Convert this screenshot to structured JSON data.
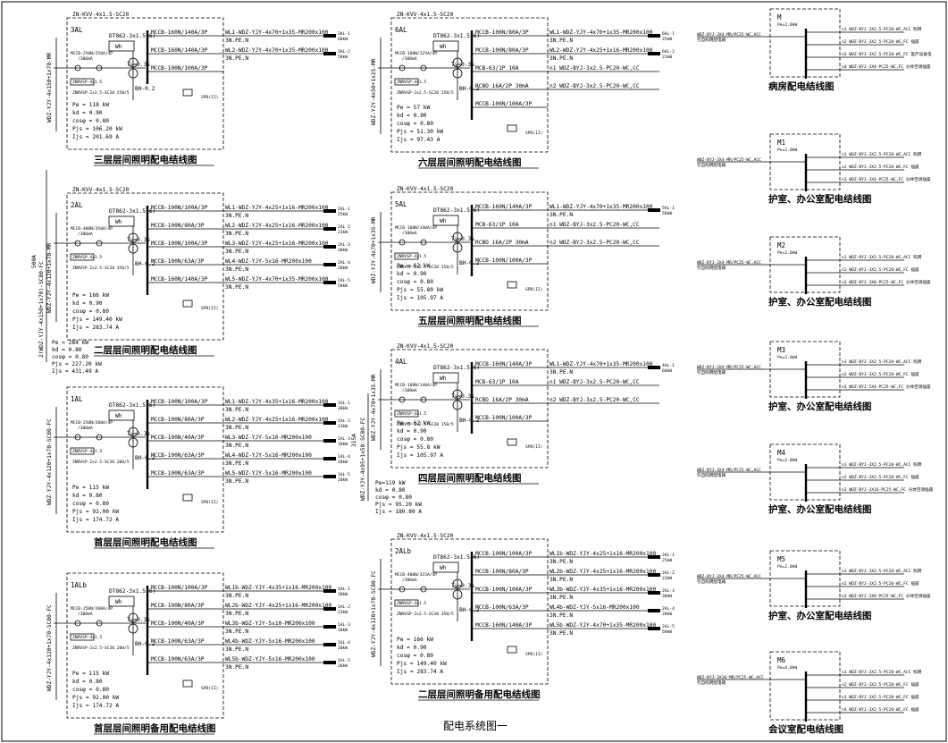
{
  "drawing_title": "配电系统图一",
  "panels": [
    {
      "id": "3AL",
      "title": "三层层间照明配电结线图",
      "cable_in": "ZN-KVV-4x1.5-SC20",
      "meter": "DT862-3x1.5(6)",
      "main_breaker": "MCCB-250N/250A/4P",
      "rcd_rating": "/300mA",
      "tv": "Tv=0.3s",
      "spd": "ZNRVSP-4x1.5",
      "ct": "ZNRVSP-2x2.5-SC20 250/5",
      "bh": "BH-0.2",
      "riser": "WDZ-YJY-4x150+1x70-MR",
      "pe": "Pe = 118 kW",
      "kd": "kd = 0.90",
      "cos": "cosφ = 0.80",
      "pjs": "Pjs = 106.20 kW",
      "ijs": "Ijs = 201.69 A",
      "circuits": [
        {
          "breaker": "MCCB-160N/140A/3P",
          "line": "WL1-WDZ-YJY-4x70+1x35-MR200x100",
          "sub": "3N.PE.N",
          "dest": "3AL-1",
          "kw": "60kW"
        },
        {
          "breaker": "MCCB-160N/140A/3P",
          "line": "WL2-WDZ-YJY-4x70+1x35-MR200x100",
          "sub": "3N.PE.N",
          "dest": "3AL-2",
          "kw": "58kW"
        },
        {
          "breaker": "MCCB-100N/100A/3P",
          "line": "",
          "sub": "",
          "dest": "",
          "kw": ""
        }
      ]
    },
    {
      "id": "2AL",
      "title": "二层层间照明配电结线图",
      "cable_in": "ZN-KVV-4x1.5-SC20",
      "meter": "DT862-3x1.5(6)",
      "main_breaker": "MCCB-400N/350A/4P",
      "rcd_rating": "/300mA",
      "tv": "Tv=0.3s",
      "spd": "ZNRVSP-4x1.5",
      "ct": "ZNRVSP-2x2.5-SC20 350/5",
      "bh": "BH-0.2",
      "riser": "WDZ-YJY-4x120+1x70-MR",
      "pe": "Pe = 166 kW",
      "kd": "kd = 0.90",
      "cos": "cosφ = 0.80",
      "pjs": "Pjs = 149.40 kW",
      "ijs": "Ijs = 283.74 A",
      "circuits": [
        {
          "breaker": "MCCB-100N/100A/3P",
          "line": "WL1-WDZ-YJY-4x25+1x16-MR200x100",
          "sub": "3N.PE.N",
          "dest": "2AL-1",
          "kw": "25kW"
        },
        {
          "breaker": "MCCB-100N/80A/3P",
          "line": "WL2-WDZ-YJY-4x25+1x16-MR200x100",
          "sub": "3N.PE.N",
          "dest": "2AL-2",
          "kw": "23kW"
        },
        {
          "breaker": "MCCB-100N/100A/3P",
          "line": "WL3-WDZ-YJY-4x25+1x16-MR200x100",
          "sub": "3N.PE.N",
          "dest": "2AL-3",
          "kw": "30kW"
        },
        {
          "breaker": "MCCB-100N/63A/3P",
          "line": "WL4-WDZ-YJY-5x16-MR200x100",
          "sub": "3N.PE.N",
          "dest": "2AL-4",
          "kw": "20kW"
        },
        {
          "breaker": "MCCB-160N/140A/3P",
          "line": "WL5-WDZ-YJY-4x70+1x35-MR200x100",
          "sub": "3N.PE.N",
          "dest": "2AL-5",
          "kw": "58kW"
        }
      ]
    },
    {
      "id": "1AL",
      "title": "首层层间照明配电结线图",
      "cable_in": "",
      "meter": "DT862-3x1.5(6)",
      "main_breaker": "MCCB-250N/200A/4P",
      "rcd_rating": "/300mA",
      "tv": "Tv=0.3s",
      "spd": "ZNRVSP-4x1.5",
      "ct": "ZNRVSP-2x2.5-SC20 200/5",
      "bh": "BH-0.2",
      "riser": "WDZ-YJY-4x120+1x70-SC80-FC",
      "pe": "Pe = 115 kW",
      "kd": "kd = 0.80",
      "cos": "cosφ = 0.80",
      "pjs": "Pjs = 92.00 kW",
      "ijs": "Ijs = 174.72 A",
      "circuits": [
        {
          "breaker": "MCCB-100N/100A/3P",
          "line": "WL1-WDZ-YJY-4x35+1x16-MR200x100",
          "sub": "3N.PE.N",
          "dest": "1AL-1",
          "kw": "30kW"
        },
        {
          "breaker": "MCCB-100N/80A/3P",
          "line": "WL2-WDZ-YJY-4x25+1x16-MR200x100",
          "sub": "3N.PE.N",
          "dest": "1AL-2",
          "kw": "23kW"
        },
        {
          "breaker": "MCCB-100N/40A/3P",
          "line": "WL3-WDZ-YJY-5x10-MR200x100",
          "sub": "3N.PE.N",
          "dest": "1AL-3",
          "kw": "10kW"
        },
        {
          "breaker": "MCCB-100N/63A/3P",
          "line": "WL4-WDZ-YJY-5x16-MR200x100",
          "sub": "3N.PE.N",
          "dest": "1AL-4",
          "kw": "20kW"
        },
        {
          "breaker": "MCCB-100N/63A/3P",
          "line": "WL5-WDZ-YJY-5x16-MR200x100",
          "sub": "3N.PE.N",
          "dest": "1AL-5",
          "kw": "20kW"
        }
      ]
    },
    {
      "id": "1ALb",
      "title": "首层层间照明备用配电结线图",
      "cable_in": "",
      "meter": "DT862-3x1.5(6)",
      "main_breaker": "MCCB-250N/200A/4P",
      "rcd_rating": "/300mA",
      "tv": "Tv=0.3s",
      "spd": "ZNRVSP-4x1.5",
      "ct": "ZNRVSP-2x2.5-SC20 200/5",
      "bh": "BH-0.2",
      "riser": "WDZ-YJY-4x120+1x70-SC80-FC",
      "pe": "Pe = 115 kW",
      "kd": "kd = 0.80",
      "cos": "cosφ = 0.80",
      "pjs": "Pjs = 92.00 kW",
      "ijs": "Ijs = 174.72 A",
      "circuits": [
        {
          "breaker": "MCCB-100N/100A/3P",
          "line": "WL1b-WDZ-YJY-4x35+1x16-MR200x100",
          "sub": "3N.PE.N",
          "dest": "1AL-1",
          "kw": "30kW"
        },
        {
          "breaker": "MCCB-100N/80A/3P",
          "line": "WL2b-WDZ-YJY-4x25+1x16-MR200x100",
          "sub": "3N.PE.N",
          "dest": "1AL-2",
          "kw": "23kW"
        },
        {
          "breaker": "MCCB-100N/40A/3P",
          "line": "WL3b-WDZ-YJY-5x10-MR200x100",
          "sub": "3N.PE.N",
          "dest": "1AL-3",
          "kw": "10kW"
        },
        {
          "breaker": "MCCB-100N/63A/3P",
          "line": "WL4b-WDZ-YJY-5x16-MR200x100",
          "sub": "3N.PE.N",
          "dest": "1AL-4",
          "kw": "20kW"
        },
        {
          "breaker": "MCCB-100N/63A/3P",
          "line": "WL5b-WDZ-YJY-5x16-MR200x100",
          "sub": "3N.PE.N",
          "dest": "1AL-5",
          "kw": "20kW"
        }
      ]
    },
    {
      "id": "6AL",
      "title": "六层层间照明配电结线图",
      "cable_in": "ZN-KVV-4x1.5-SC20",
      "meter": "DT862-3x1.5(6)",
      "main_breaker": "MCCB-160N/125A/4P",
      "rcd_rating": "/300mA",
      "tv": "Tv=0.3s",
      "spd": "ZNRVSP-4x1.5",
      "ct": "ZNRVSP-2x2.5-SC20 150/5",
      "bh": "BH-0.2",
      "riser": "WDZ-YJY-4x50+1x25-MR",
      "pe": "Pe = 57 kW",
      "kd": "kd = 0.90",
      "cos": "cosφ = 0.80",
      "pjs": "Pjs = 51.30 kW",
      "ijs": "Ijs = 97.43 A",
      "circuits": [
        {
          "breaker": "MCCB-100N/80A/3P",
          "line": "WL1-WDZ-YJY-4x70+1x35-MR200x100",
          "sub": "3N.PE.N",
          "dest": "6AL-1",
          "kw": "25kW"
        },
        {
          "breaker": "MCCB-100N/80A/3P",
          "line": "WL2-WDZ-YJY-4x25+1x16-MR200x100",
          "sub": "3N.PE.N",
          "dest": "6AL-2",
          "kw": "23kW"
        },
        {
          "breaker": "MCB-63/1P 10A",
          "line": "n1  WDZ-BYJ-3x2.5-PC20-WC,CC",
          "sub": "",
          "dest": "",
          "kw": ""
        },
        {
          "breaker": "RCBO 16A/2P 30mA",
          "line": "n2  WDZ-BYJ-3x2.5-PC20-WC,CC",
          "sub": "",
          "dest": "",
          "kw": ""
        },
        {
          "breaker": "MCCB-100N/100A/3P",
          "line": "",
          "sub": "",
          "dest": "",
          "kw": ""
        }
      ]
    },
    {
      "id": "5AL",
      "title": "五层层间照明配电结线图",
      "cable_in": "ZN-KVV-4x1.5-SC20",
      "meter": "DT862-3x1.5(6)",
      "main_breaker": "MCCB-160N/140A/4P",
      "rcd_rating": "/300mA",
      "tv": "Tv=0.3s",
      "spd": "ZNRVSP-4x1.5",
      "ct": "ZNRVSP-2x2.5-SC20 150/5",
      "bh": "BH-0.2",
      "riser": "WDZ-YJY-4x70+1x35-MR",
      "pe": "Pe = 62 kW",
      "kd": "kd = 0.90",
      "cos": "cosφ = 0.80",
      "pjs": "Pjs = 55.80 kW",
      "ijs": "Ijs = 105.97 A",
      "circuits": [
        {
          "breaker": "MCCB-160N/140A/3P",
          "line": "WL1-WDZ-YJY-4x70+1x35-MR200x100",
          "sub": "3N.PE.N",
          "dest": "5AL-1",
          "kw": "58kW"
        },
        {
          "breaker": "MCB-63/1P 10A",
          "line": "n1  WDZ-BYJ-3x2.5-PC20-WC,CC",
          "sub": "",
          "dest": "",
          "kw": ""
        },
        {
          "breaker": "RCBO 16A/2P 30mA",
          "line": "n2  WDZ-BYJ-3x2.5-PC20-WC,CC",
          "sub": "",
          "dest": "",
          "kw": ""
        },
        {
          "breaker": "MCCB-100N/100A/3P",
          "line": "",
          "sub": "",
          "dest": "",
          "kw": ""
        }
      ]
    },
    {
      "id": "4AL",
      "title": "四层层间照明配电结线图",
      "cable_in": "ZN-KVV-4x1.5-SC20",
      "meter": "DT862-3x1.5(6)",
      "main_breaker": "MCCB-160N/140A/4P",
      "rcd_rating": "/300mA",
      "tv": "Tv=0.3s",
      "spd": "ZNRVSP-4x1.5",
      "ct": "ZNRVSP-2x2.5-SC20 150/5",
      "bh": "BH-0.2",
      "riser": "WDZ-YJY-4x70+1x35-MR",
      "pe": "Pe = 62 kW",
      "kd": "kd = 0.90",
      "cos": "cosφ = 0.80",
      "pjs": "Pjs = 55.8 kW",
      "ijs": "Ijs = 105.97 A",
      "circuits": [
        {
          "breaker": "MCCB-160N/140A/3P",
          "line": "WL1-WDZ-YJY-4x70+1x35-MR200x100",
          "sub": "3N.PE.N",
          "dest": "4AL-1",
          "kw": "60kW"
        },
        {
          "breaker": "MCB-63/1P 10A",
          "line": "n1  WDZ-BYJ-3x2.5-PC20-WC,CC",
          "sub": "",
          "dest": "",
          "kw": ""
        },
        {
          "breaker": "RCBO 16A/2P 30mA",
          "line": "n2  WDZ-BYJ-3x2.5-PC20-WC,CC",
          "sub": "",
          "dest": "",
          "kw": ""
        },
        {
          "breaker": "MCCB-100N/100A/3P",
          "line": "",
          "sub": "",
          "dest": "",
          "kw": ""
        }
      ]
    },
    {
      "id": "2ALb",
      "title": "二层层间照明备用配电结线图",
      "cable_in": "ZN-KVV-4x1.5-SC20",
      "meter": "DT862-3x1.5(6)",
      "main_breaker": "MCCB-400N/315A/4P",
      "rcd_rating": "/300mA",
      "tv": "Tv=0.3s",
      "spd": "ZNRVSP-4x1.5",
      "ct": "ZNRVSP-2x2.5-SC20 350/5",
      "bh": "BH-0.2",
      "riser": "WDZ-YJY-4x120+1x70-SC80-FC",
      "pe": "Pe = 166 kW",
      "kd": "kd = 0.90",
      "cos": "cosφ = 0.80",
      "pjs": "Pjs = 149.40 kW",
      "ijs": "Ijs = 283.74 A",
      "circuits": [
        {
          "breaker": "MCCB-100N/100A/3P",
          "line": "WL1b-WDZ-YJY-4x25+1x16-MR200x100",
          "sub": "3N.PE.N",
          "dest": "2AL-1",
          "kw": "25kW"
        },
        {
          "breaker": "MCCB-100N/80A/3P",
          "line": "WL2b-WDZ-YJY-4x25+1x16-MR200x100",
          "sub": "3N.PE.N",
          "dest": "2AL-2",
          "kw": "23kW"
        },
        {
          "breaker": "MCCB-100N/100A/3P",
          "line": "WL3b-WDZ-YJY-4x35+1x16-MR200x100",
          "sub": "3N.PE.N",
          "dest": "2AL-3",
          "kw": "30kW"
        },
        {
          "breaker": "MCCB-100N/63A/3P",
          "line": "WL4b-WDZ-YJY-5x16-MR200x100",
          "sub": "3N.PE.N",
          "dest": "2AL-4",
          "kw": "20kW"
        },
        {
          "breaker": "MCCB-160N/140A/3P",
          "line": "WL5b-WDZ-YJY-4x70+1x35-MR200x100",
          "sub": "3N.PE.N",
          "dest": "2AL-5",
          "kw": "58kW"
        }
      ]
    }
  ],
  "bus_totals": {
    "a": {
      "pe": "Pe = 284 kW",
      "kd": "kd = 0.80",
      "cos": "cosφ = 0.80",
      "pjs": "Pjs = 227.20 kW",
      "ijs": "Ijs = 431.49 A",
      "cable": "2(WDZ-YJY-4x150+1x70)-SC80-FC",
      "breaker": "500A"
    },
    "b": {
      "pe": "Pe=119 kW",
      "kd": "kd = 0.80",
      "cos": "cosφ = 0.80",
      "pjs": "Pjs = 95.20 kW",
      "ijs": "Ijs = 180.80 A",
      "cable": "WDZ-YJY-4x95+1x50-SC80-FC",
      "breaker": "315A"
    }
  },
  "boxes": [
    {
      "id": "M",
      "pe": "Pe=2.0kW",
      "title": "病房配电结线图",
      "incoming": [
        "WDZ-BYJ-3X4-MR/PC25-WC,ACC",
        "引自照明配电箱"
      ],
      "rows": [
        "n1 WDZ-BYJ-3X2.5-PC20-WC,ACC  照明",
        "n2 WDZ-BYJ-3X2.5-PC20-WC,FC  插座",
        "n3 WDZ-BYJ-3X2.5-PC20-WC,FC  医疗设备电",
        "n4 WDZ-BYJ-3X4-PC25-WC,FC  分体空调插座"
      ]
    },
    {
      "id": "M1",
      "pe": "Pe=2.0kW",
      "title": "护室、办公室配电结线图",
      "incoming": [
        "WDZ-BYJ-3X4-MR/PC25-WC,ACC",
        "引自照明配电箱"
      ],
      "rows": [
        "n1 WDZ-BYJ-3X2.5-PC20-WC,ACC  照明",
        "n2 WDZ-BYJ-3X2.5-PC20-WC,FC  插座",
        "n3 WDZ-BYJ-3X4-PC25-WC,FC  分体空调插座"
      ]
    },
    {
      "id": "M2",
      "pe": "Pe=2.0kW",
      "title": "护室、办公室配电结线图",
      "incoming": [
        "WDZ-BYJ-3X4-MR/PC25-WC,ACC",
        "引自照明配电箱"
      ],
      "rows": [
        "n1 WDZ-BYJ-3X2.5-PC20-WC,ACC  照明",
        "n2 WDZ-BYJ-3X2.5-PC20-WC,FC  插座",
        "n3 WDZ-BYJ-3X6-PC25-WC,FC  分体空调插座"
      ]
    },
    {
      "id": "M3",
      "pe": "Pe=2.0kW",
      "title": "护室、办公室配电结线图",
      "incoming": [
        "WDZ-BYJ-3X4-MR/PC25-WC,ACC",
        "引自照明配电箱"
      ],
      "rows": [
        "n1 WDZ-BYJ-3X2.5-PC20-WC,ACC  照明",
        "n2 WDZ-BYJ-3X2.5-PC20-WC,FC  插座",
        "n3 WDZ-BYJ-5X4-PC25-WC,FC  分体空调插座"
      ]
    },
    {
      "id": "M4",
      "pe": "Pe=2.0kW",
      "title": "护室、办公室配电结线图",
      "incoming": [
        "WDZ-BYJ-3X4-MR/PC25-WC,ACC",
        "引自照明配电箱"
      ],
      "rows": [
        "n1 WDZ-BYJ-3X2.5-PC20-WC,ACC  照明",
        "n2 WDZ-BYJ-3X2.5-PC20-WC,FC  插座",
        "n3 WDZ-BYJ-3X16-PC25-WC,FC  分体空调插座"
      ]
    },
    {
      "id": "M5",
      "pe": "Pe=2.0kW",
      "title": "护室、办公室配电结线图",
      "incoming": [
        "WDZ-BYJ-3X4-MR/PC25-WC,ACC",
        "引自照明配电箱"
      ],
      "rows": [
        "n1 WDZ-BYJ-3X2.5-PC20-WC,ACC  照明",
        "n2 WDZ-BYJ-3X2.5-PC20-WC,FC  插座",
        "n3 WDZ-BYJ-3X6-PC25-WC,FC  分体空调插座"
      ]
    },
    {
      "id": "M6",
      "pe": "Pe=4.0kW",
      "title": "会议室配电结线图",
      "incoming": [
        "WDZ-BYJ-3X10-MR/PC25-WC,ACC",
        "引自照明配电箱"
      ],
      "rows": [
        "n1 WDZ-BYJ-3X2.5-PC20-WC,ACC  照明",
        "n2 WDZ-BYJ-3X2.5-PC20-WC,FC  插座",
        "n3 WDZ-BYJ-3X2.5-PC20-WC,FC  插座",
        "n4 WDZ-BYJ-3X2.5-PC20-WC,FC  插座"
      ]
    }
  ]
}
